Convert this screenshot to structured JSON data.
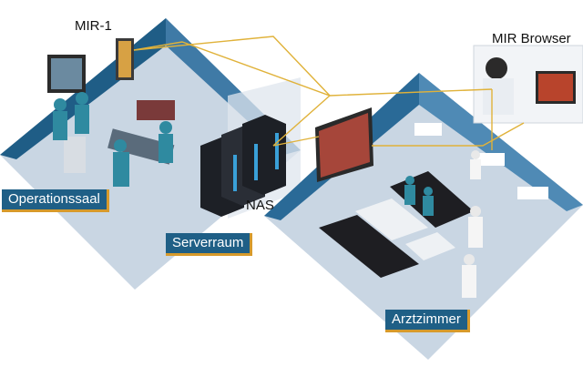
{
  "labels": {
    "mir1": "MIR-1",
    "mir_browser": "MIR Browser",
    "nas": "NAS",
    "operationssaal": "Operationssaal",
    "serverraum": "Serverraum",
    "arztzimmer": "Arztzimmer"
  },
  "colors": {
    "room_floor": "#c9d6e3",
    "room_wall_left": "#1f5d86",
    "room_wall_right": "#4d88b3",
    "tag_bg": "#1f5f86",
    "tag_border": "#d79a2b",
    "link_line": "#e0b23a"
  }
}
